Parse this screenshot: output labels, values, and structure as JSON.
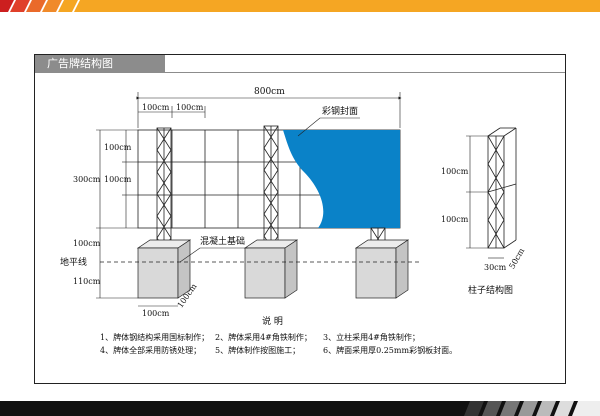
{
  "title": "广告牌结构图",
  "dimensions": {
    "total_width": "800cm",
    "segment_a": "100cm",
    "segment_b": "100cm",
    "height_total": "300cm",
    "height_top": "100cm",
    "height_mid": "100cm",
    "height_base": "100cm",
    "height_underground": "110cm",
    "footing_width": "100cm",
    "footing_depth": "100cm"
  },
  "labels": {
    "steel_face": "彩钢封面",
    "concrete_base": "混凝土基础",
    "ground_line": "地平线"
  },
  "column_detail": {
    "title": "柱子结构图",
    "h1": "100cm",
    "h2": "100cm",
    "w": "30cm",
    "d": "50cm"
  },
  "notes": {
    "heading": "说    明",
    "items": [
      "1、牌体钢结构采用国标制作；",
      "2、牌体采用4#角铁制作；",
      "3、立柱采用4#角铁制作；",
      "4、牌体全部采用防锈处理；",
      "5、牌体制作按图施工；",
      "6、牌面采用厚0.25mm彩钢板封面。"
    ]
  },
  "colors": {
    "panel_blue": "#0a82c8",
    "footing_gray": "#d9d9d9",
    "header_gray": "#8c8c8c"
  }
}
